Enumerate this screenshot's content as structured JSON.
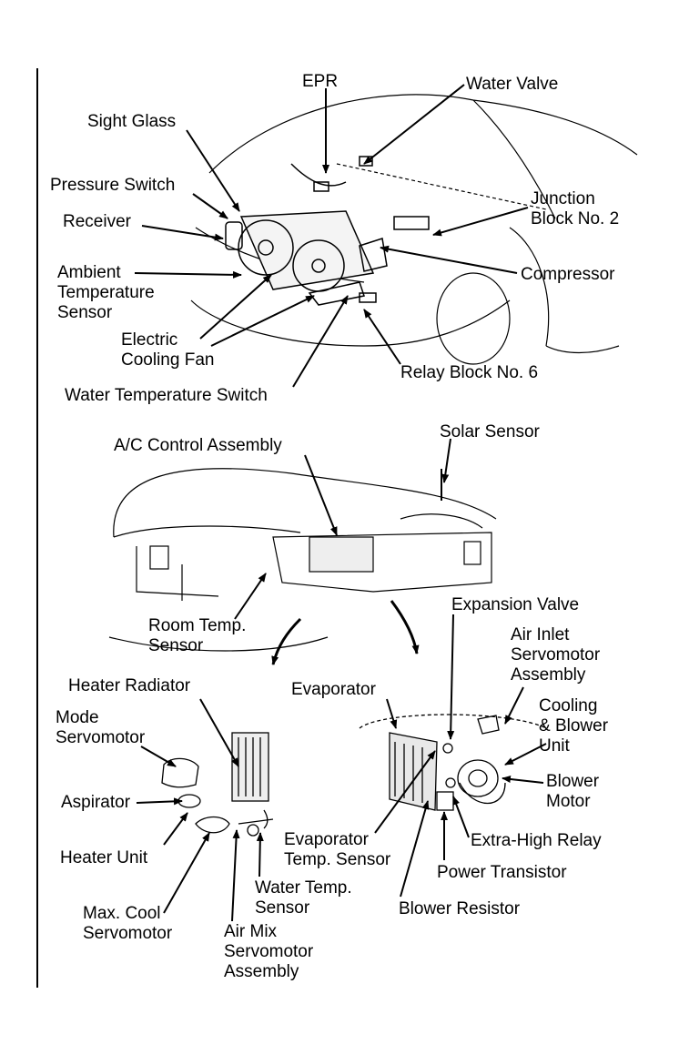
{
  "labels": {
    "epr": "EPR",
    "water_valve": "Water Valve",
    "sight_glass": "Sight Glass",
    "pressure_switch": "Pressure Switch",
    "receiver": "Receiver",
    "junction_block": "Junction\nBlock No. 2",
    "ambient_sensor": "Ambient\nTemperature\nSensor",
    "compressor": "Compressor",
    "electric_fan": "Electric\nCooling Fan",
    "relay_block": "Relay Block No. 6",
    "water_temp_switch": "Water Temperature Switch",
    "ac_control": "A/C Control Assembly",
    "solar_sensor": "Solar Sensor",
    "room_temp_sensor": "Room Temp.\nSensor",
    "expansion_valve": "Expansion Valve",
    "air_inlet_servo": "Air Inlet\nServomotor\nAssembly",
    "heater_radiator": "Heater Radiator",
    "evaporator": "Evaporator",
    "mode_servo": "Mode\nServomotor",
    "cooling_blower": "Cooling\n& Blower\nUnit",
    "blower_motor": "Blower\nMotor",
    "aspirator": "Aspirator",
    "evap_temp_sensor": "Evaporator\nTemp. Sensor",
    "extra_high_relay": "Extra-High Relay",
    "heater_unit": "Heater Unit",
    "power_transistor": "Power Transistor",
    "water_temp_sensor": "Water Temp.\nSensor",
    "max_cool_servo": "Max. Cool\nServomotor",
    "blower_resistor": "Blower Resistor",
    "air_mix_servo": "Air Mix\nServomotor\nAssembly"
  }
}
